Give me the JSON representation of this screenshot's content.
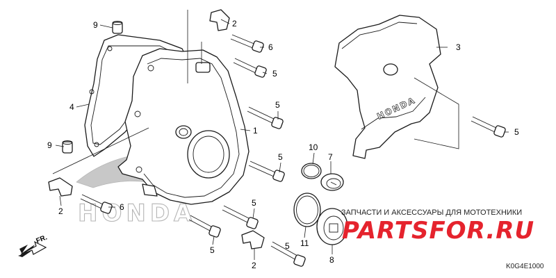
{
  "diagram": {
    "callouts": {
      "c1": "1",
      "c2a": "2",
      "c2b": "2",
      "c2c": "2",
      "c3": "3",
      "c4": "4",
      "c5a": "5",
      "c5b": "5",
      "c5c": "5",
      "c5d": "5",
      "c5e": "5",
      "c5f": "5",
      "c5g": "5",
      "c6a": "6",
      "c6b": "6",
      "c7": "7",
      "c8": "8",
      "c9a": "9",
      "c9b": "9",
      "c10": "10",
      "c11": "11"
    },
    "cover_logo_text": "HONDA",
    "watermark_logo_text": "HONDA",
    "direction_label": "FR.",
    "diagram_code": "K0G4E1000"
  },
  "banner": {
    "tagline": "ЗАПЧАСТИ И АКСЕССУАРЫ ДЛЯ МОТОТЕХНИКИ",
    "brand": "PARTSFOR.RU",
    "brand_color": "#e5232d"
  }
}
